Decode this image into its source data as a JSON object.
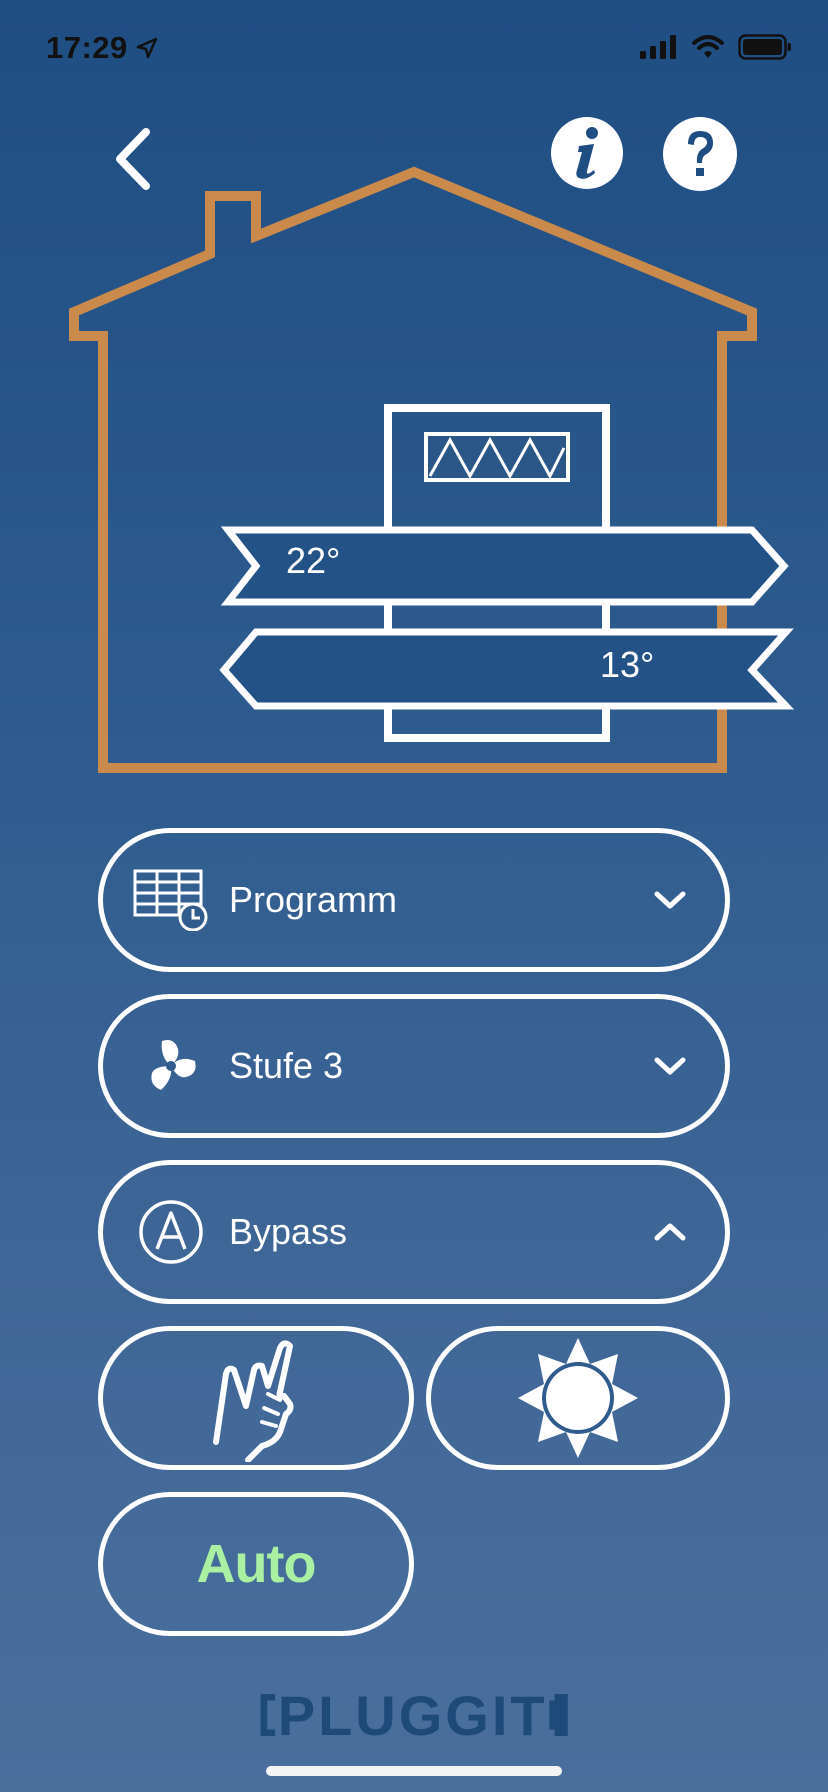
{
  "status_bar": {
    "time": "17:29"
  },
  "house": {
    "indoor_temp": "22°",
    "outdoor_temp": "13°"
  },
  "controls": {
    "programm_label": "Programm",
    "stufe_label": "Stufe 3",
    "bypass_label": "Bypass",
    "auto_label": "Auto"
  },
  "logo": {
    "text": "PLUGGIT"
  },
  "icons": {
    "back": "chevron-left-icon",
    "info": "info-icon",
    "help": "help-icon",
    "programm": "calendar-clock-icon",
    "stufe": "fan-icon",
    "bypass": "auto-circle-icon",
    "manual": "hand-pointer-icon",
    "sun": "sun-icon"
  },
  "colors": {
    "house_outline": "#c98a4b",
    "auto_text": "#a9f0a3",
    "background_top": "#1f4e83",
    "background_bottom": "#4a6f9d"
  }
}
